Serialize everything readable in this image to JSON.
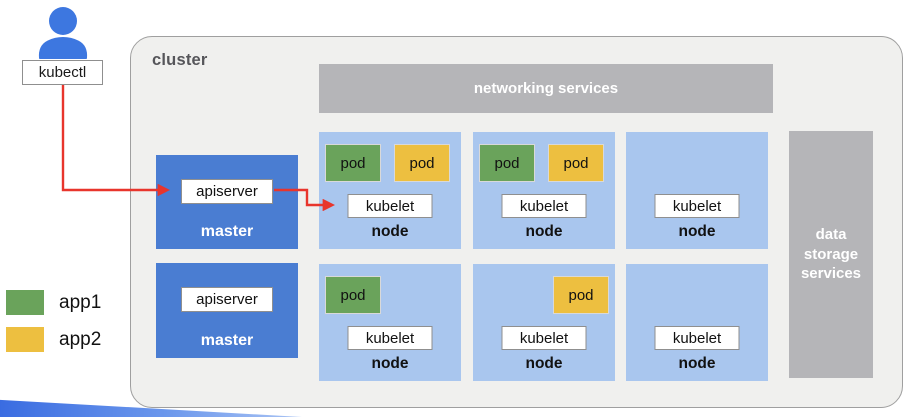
{
  "user": {
    "tool_label": "kubectl"
  },
  "legend": {
    "items": [
      {
        "label": "app1",
        "color": "#6aa35b"
      },
      {
        "label": "app2",
        "color": "#edbf40"
      }
    ]
  },
  "cluster": {
    "label": "cluster",
    "networking_bar_label": "networking services",
    "storage_bar_label": "data storage services",
    "masters": [
      {
        "apiserver_label": "apiserver",
        "label": "master"
      },
      {
        "apiserver_label": "apiserver",
        "label": "master"
      }
    ],
    "nodes": [
      {
        "label": "node",
        "kubelet_label": "kubelet",
        "pods": [
          {
            "label": "pod",
            "app": "app1"
          },
          {
            "label": "pod",
            "app": "app2"
          }
        ]
      },
      {
        "label": "node",
        "kubelet_label": "kubelet",
        "pods": [
          {
            "label": "pod",
            "app": "app1"
          },
          {
            "label": "pod",
            "app": "app2"
          }
        ]
      },
      {
        "label": "node",
        "kubelet_label": "kubelet",
        "pods": []
      },
      {
        "label": "node",
        "kubelet_label": "kubelet",
        "pods": [
          {
            "label": "pod",
            "app": "app1"
          }
        ]
      },
      {
        "label": "node",
        "kubelet_label": "kubelet",
        "pods": [
          {
            "label": "pod",
            "app": "app2"
          }
        ]
      },
      {
        "label": "node",
        "kubelet_label": "kubelet",
        "pods": []
      }
    ]
  },
  "colors": {
    "master_blue": "#4a7dd2",
    "node_blue": "#a9c6ee",
    "bar_gray": "#b5b5b8",
    "arrow_red": "#e8352c",
    "person_blue": "#3d77e0",
    "app1": "#6aa35b",
    "app2": "#edbf40"
  }
}
